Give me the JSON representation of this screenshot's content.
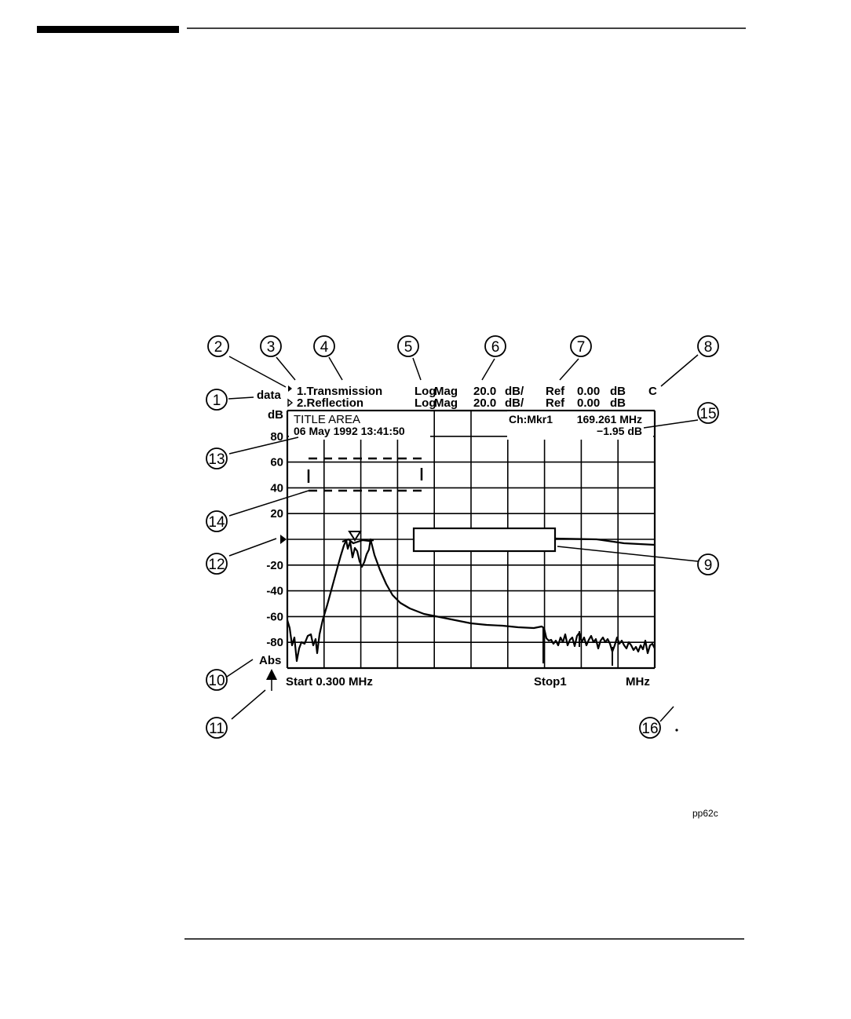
{
  "callouts": [
    "1",
    "2",
    "3",
    "4",
    "5",
    "6",
    "7",
    "8",
    "9",
    "10",
    "11",
    "12",
    "13",
    "14",
    "15",
    "16"
  ],
  "header": {
    "data_label": "data",
    "unit_label": "dB",
    "channel1": {
      "name": "1.Transmission",
      "format1": "Log",
      "format2": "Mag",
      "scale": "20.0",
      "scale_unit": "dB/",
      "ref_label": "Ref",
      "ref_value": "0.00",
      "ref_unit": "dB"
    },
    "channel2": {
      "name": "2.Reflection",
      "format1": "Log",
      "format2": "Mag",
      "scale": "20.0",
      "scale_unit": "dB/",
      "ref_label": "Ref",
      "ref_value": "0.00",
      "ref_unit": "dB"
    },
    "status_char": "C"
  },
  "title_area": "TITLE AREA",
  "datetime": "06 May 1992  13:41:50",
  "marker": {
    "label": "Ch:Mkr1",
    "frequency": "169.261 MHz",
    "value": "−1.95 dB"
  },
  "y_ticks": [
    "80",
    "60",
    "40",
    "20",
    "-20",
    "-40",
    "-60",
    "-80"
  ],
  "bottom": {
    "abs_label": "Abs",
    "start": "Start 0.300  MHz",
    "stop": "Stop1",
    "stop_unit": "MHz"
  },
  "figure_id": "pp62c",
  "chart_data": {
    "type": "line",
    "ylim": [
      -100,
      100
    ],
    "grid": true
  }
}
